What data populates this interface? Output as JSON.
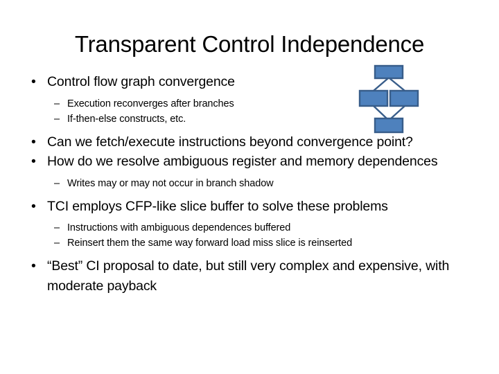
{
  "slide": {
    "title": "Transparent Control Independence",
    "background_color": "#FFFFFF",
    "text_color": "#000000"
  },
  "bullets": [
    {
      "level": 1,
      "marker": "•",
      "text": "Control flow graph convergence"
    },
    {
      "level": 2,
      "marker": "–",
      "text": "Execution reconverges after branches"
    },
    {
      "level": 2,
      "marker": "–",
      "text": "If-then-else constructs, etc."
    },
    {
      "level": 1,
      "marker": "•",
      "text": "Can we fetch/execute instructions beyond convergence point?"
    },
    {
      "level": 1,
      "marker": "•",
      "text": "How do we resolve ambiguous register  and memory dependences"
    },
    {
      "level": 2,
      "marker": "–",
      "text": "Writes may or may not occur in branch shadow"
    },
    {
      "level": 1,
      "marker": "•",
      "text": "TCI employs CFP-like slice buffer to solve these problems"
    },
    {
      "level": 2,
      "marker": "–",
      "text": "Instructions with ambiguous dependences buffered"
    },
    {
      "level": 2,
      "marker": "–",
      "text": "Reinsert them the same way forward load miss slice is reinserted"
    },
    {
      "level": 1,
      "marker": "•",
      "text": "“Best” CI proposal to date, but still very complex and expensive, with moderate payback"
    }
  ],
  "diagram": {
    "name": "control-flow-graph",
    "node_fill": "#4E81BD",
    "node_stroke": "#385D8A",
    "edge_color": "#385D8A",
    "nodes": [
      {
        "id": "entry",
        "label": ""
      },
      {
        "id": "branch-left",
        "label": ""
      },
      {
        "id": "branch-right",
        "label": ""
      },
      {
        "id": "convergence",
        "label": ""
      }
    ],
    "edges": [
      {
        "from": "entry",
        "to": "branch-left"
      },
      {
        "from": "entry",
        "to": "branch-right"
      },
      {
        "from": "branch-left",
        "to": "convergence"
      },
      {
        "from": "branch-right",
        "to": "convergence"
      }
    ]
  }
}
